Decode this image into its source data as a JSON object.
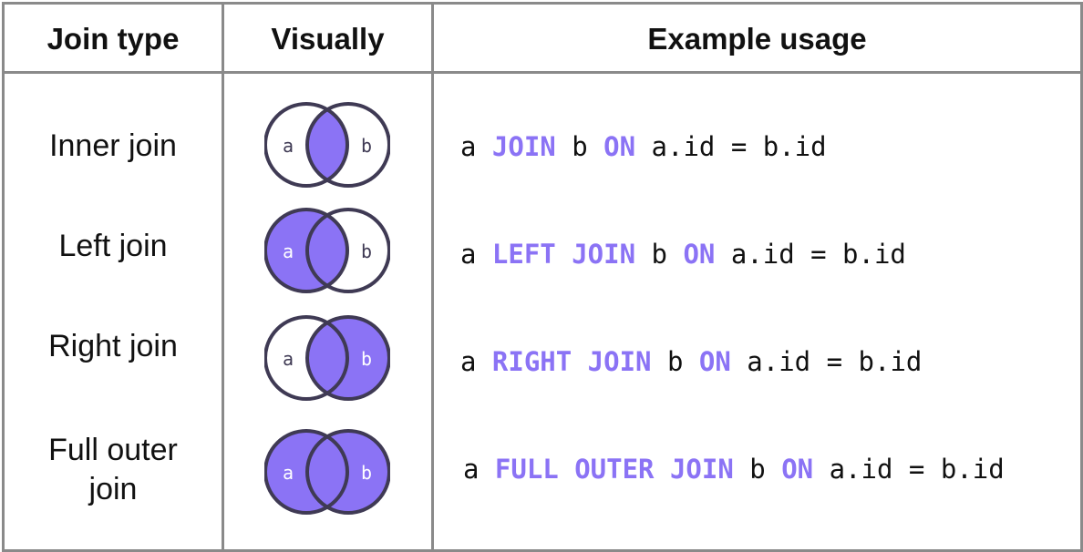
{
  "headers": {
    "join_type": "Join type",
    "visually": "Visually",
    "example_usage": "Example usage"
  },
  "rows": [
    {
      "join_type": "Inner join",
      "fill": "inner",
      "circle_a": "a",
      "circle_b": "b",
      "code": [
        {
          "t": "a ",
          "kw": false
        },
        {
          "t": "JOIN",
          "kw": true
        },
        {
          "t": " b ",
          "kw": false
        },
        {
          "t": "ON",
          "kw": true
        },
        {
          "t": " a.id = b.id",
          "kw": false
        }
      ]
    },
    {
      "join_type": "Left join",
      "fill": "left",
      "circle_a": "a",
      "circle_b": "b",
      "code": [
        {
          "t": "a ",
          "kw": false
        },
        {
          "t": "LEFT JOIN",
          "kw": true
        },
        {
          "t": " b ",
          "kw": false
        },
        {
          "t": "ON",
          "kw": true
        },
        {
          "t": " a.id = b.id",
          "kw": false
        }
      ]
    },
    {
      "join_type": "Right join",
      "fill": "right",
      "circle_a": "a",
      "circle_b": "b",
      "code": [
        {
          "t": "a ",
          "kw": false
        },
        {
          "t": "RIGHT JOIN",
          "kw": true
        },
        {
          "t": " b ",
          "kw": false
        },
        {
          "t": "ON",
          "kw": true
        },
        {
          "t": " a.id = b.id",
          "kw": false
        }
      ]
    },
    {
      "join_type": "Full outer join",
      "fill": "full",
      "circle_a": "a",
      "circle_b": "b",
      "code": [
        {
          "t": "a ",
          "kw": false
        },
        {
          "t": "FULL OUTER JOIN",
          "kw": true
        },
        {
          "t": " b ",
          "kw": false
        },
        {
          "t": "ON",
          "kw": true
        },
        {
          "t": " a.id = b.id",
          "kw": false
        }
      ]
    }
  ],
  "colors": {
    "fill": "#8b73f5",
    "outline": "#3f3a54",
    "keyword": "#8b73f5",
    "border": "#8a8a8a",
    "text": "#111111"
  }
}
